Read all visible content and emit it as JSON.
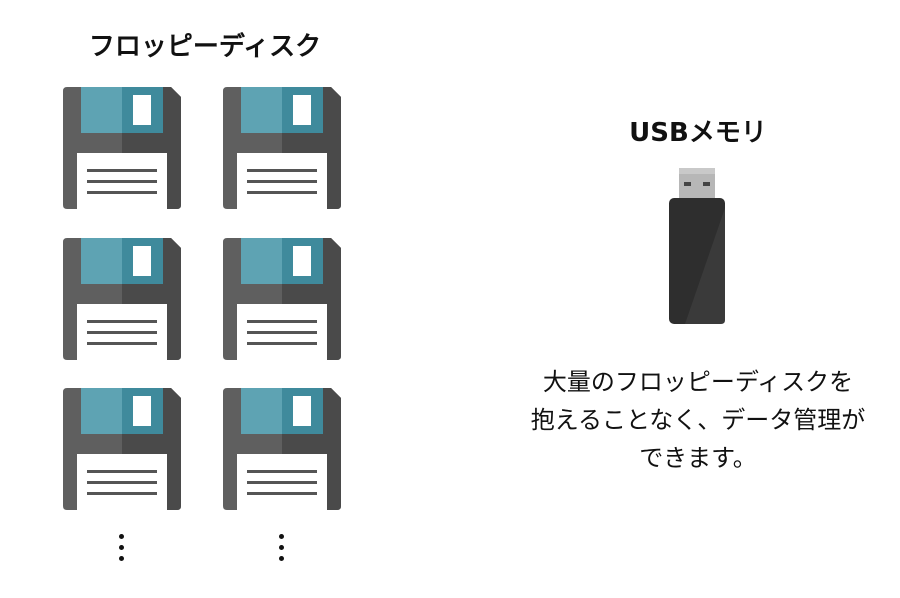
{
  "floppy": {
    "title": "フロッピーディスク",
    "grid": {
      "rows": 3,
      "columns": 2
    },
    "icon": "floppy-disk-icon",
    "more_indicator_icon": "vertical-ellipsis-icon"
  },
  "usb": {
    "title": "USBメモリ",
    "icon": "usb-stick-icon"
  },
  "caption": {
    "lines": [
      "大量のフロッピーディスクを",
      "抱えることなく、データ管理が",
      "できます。"
    ]
  },
  "colors": {
    "floppy_body": "#5f5f5f",
    "floppy_body_dark": "#4a4a4a",
    "floppy_shutter": "#3f8a9c",
    "floppy_shutter_light": "#5ea3b3",
    "floppy_label": "#ffffff",
    "usb_body": "#2e2e2e",
    "usb_connector": "#b7b7b7",
    "text": "#111111"
  }
}
